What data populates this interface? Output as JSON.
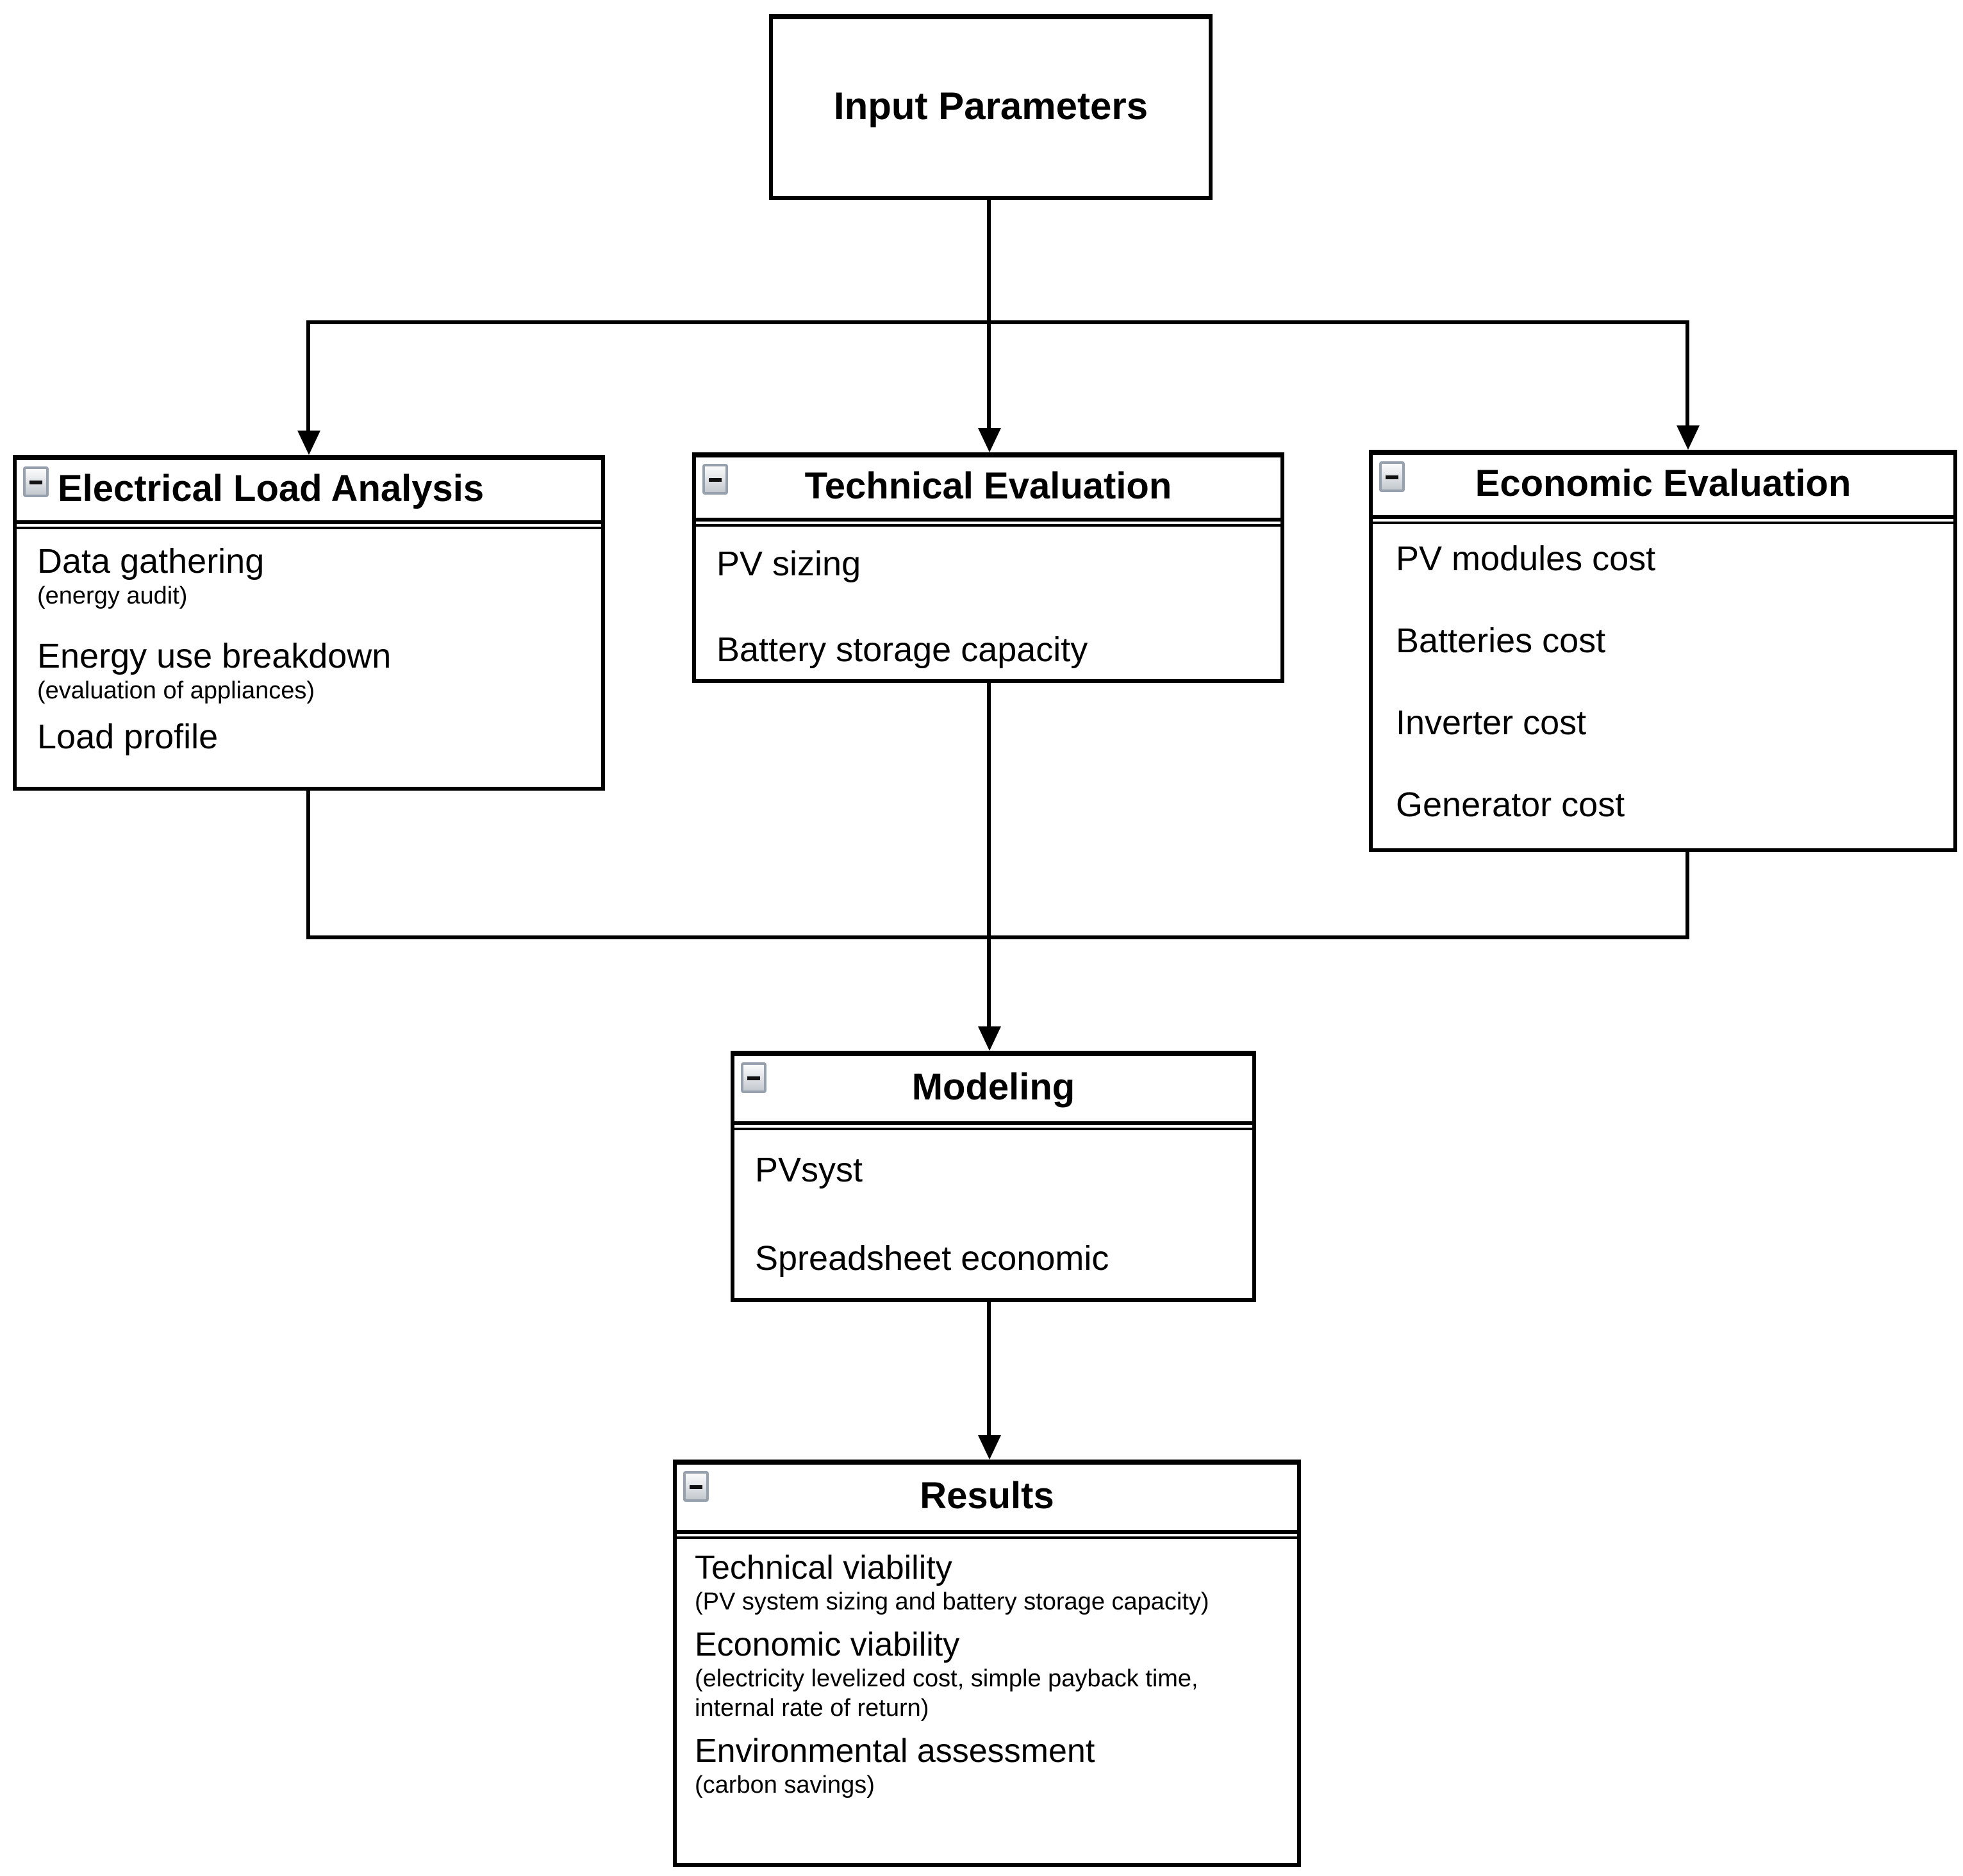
{
  "diagram": {
    "colors": {
      "line": "#000000",
      "box_background": "#ffffff",
      "text": "#000000",
      "icon_background": "#dfe3e8",
      "icon_border": "#97a1ad"
    },
    "collapse_icon_glyph": "minus",
    "nodes": {
      "input": {
        "title": "Input Parameters"
      },
      "electrical": {
        "title": "Electrical Load Analysis",
        "items": [
          {
            "label": "Data gathering",
            "note": "(energy audit)"
          },
          {
            "label": "Energy use breakdown",
            "note": "(evaluation of appliances)"
          },
          {
            "label": "Load profile",
            "note": ""
          }
        ]
      },
      "technical": {
        "title": "Technical Evaluation",
        "items": [
          {
            "label": "PV sizing"
          },
          {
            "label": "Battery storage capacity"
          }
        ]
      },
      "economic": {
        "title": "Economic Evaluation",
        "items": [
          {
            "label": "PV modules cost"
          },
          {
            "label": "Batteries cost"
          },
          {
            "label": "Inverter cost"
          },
          {
            "label": "Generator cost"
          }
        ]
      },
      "modeling": {
        "title": "Modeling",
        "items": [
          {
            "label": "PVsyst"
          },
          {
            "label": "Spreadsheet economic"
          }
        ]
      },
      "results": {
        "title": "Results",
        "items": [
          {
            "label": "Technical viability",
            "note": "(PV system sizing and battery storage capacity)"
          },
          {
            "label": "Economic viability",
            "note": "(electricity levelized cost, simple payback time, internal rate of return)"
          },
          {
            "label": "Environmental assessment",
            "note": "(carbon savings)"
          }
        ]
      }
    }
  }
}
